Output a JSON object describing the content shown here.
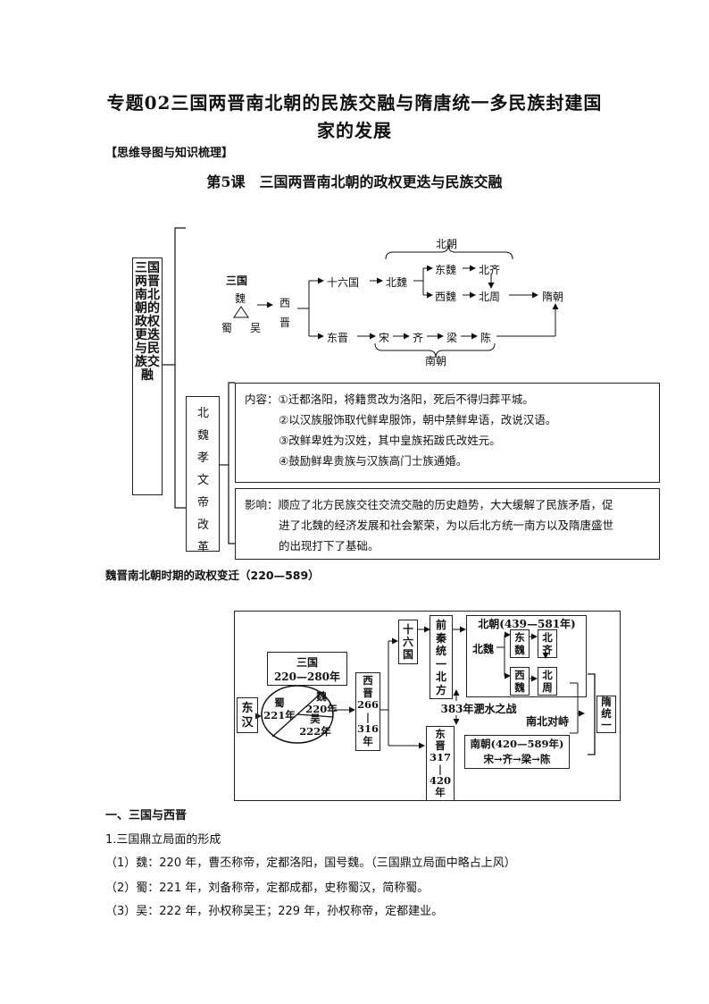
{
  "header": {
    "title_line1": "专题02三国两晋南北朝的民族交融与隋唐统一多民族封建国",
    "title_line2": "家的发展",
    "section_tag": "【思维导图与知识梳理】",
    "lesson_title": "第5课　三国两晋南北朝的政权更迭与民族交融"
  },
  "mindmap": {
    "main_label": "三国两晋南北朝的政权更迭与民族交融",
    "flow": {
      "sanguo": "三国",
      "wei": "魏",
      "shu": "蜀",
      "wu": "吴",
      "xi": "西",
      "jin": "晋",
      "shiliuguo": "十六国",
      "beiwei": "北魏",
      "dongwei": "东魏",
      "beiqi": "北齐",
      "xiwei": "西魏",
      "beizhou": "北周",
      "suichao": "隋朝",
      "dongjin": "东晋",
      "song": "宋",
      "qi": "齐",
      "liang": "梁",
      "chen": "陈",
      "beichao": "北朝",
      "nanchao": "南朝"
    },
    "reform_label": "北魏孝文帝改革",
    "content_prefix": "内容：",
    "content_items": [
      "①迁都洛阳，将籍贯改为洛阳，死后不得归葬平城。",
      "②以汉族服饰取代鲜卑服饰，朝中禁鲜卑语，改说汉语。",
      "③改鲜卑姓为汉姓，其中皇族拓跋氏改姓元。",
      "④鼓励鲜卑贵族与汉族高门士族通婚。"
    ],
    "impact_prefix": "影响：",
    "impact_lines": [
      "顺应了北方民族交往交流交融的历史趋势，大大缓解了民族矛盾，促",
      "进了北魏的经济发展和社会繁荣，为以后北方统一南方以及隋唐盛世",
      "的出现打下了基础。"
    ]
  },
  "diagram_caption": "魏晋南北朝时期的政权变迁（220—589）",
  "diagram": {
    "donghan": "东汉",
    "sanguo_box": "三国\n220—280年",
    "shu": "蜀\n221年",
    "wei": "魏\n220年",
    "wu": "吴\n222年",
    "xijin": "西\n晋\n266\n|\n316\n年",
    "shiliuguo": "十\n六\n国",
    "qianqin": "前\n秦\n统\n一\n北\n方",
    "beichao_title": "北朝(439—581年)",
    "beiwei": "北魏",
    "dongwei": "东\n魏",
    "beiqi": "北\n齐",
    "xiwei": "西\n魏",
    "beizhou": "北\n周",
    "feishui": "383年淝水之战",
    "nanbei": "南北对峙",
    "dongjin": "东\n晋\n317\n|\n420\n年",
    "nanchao_title": "南朝(420—589年)",
    "nanchao_seq": "宋→齐→梁→陈",
    "sui": "隋\n统\n一"
  },
  "section1": {
    "heading": "一、三国与西晋",
    "sub1": "1.三国鼎立局面的形成",
    "items": [
      "（1）魏：220 年，曹丕称帝，定都洛阳，国号魏。（三国鼎立局面中略占上风）",
      "（2）蜀：221 年，刘备称帝，定都成都，史称蜀汉，简称蜀。",
      "（3）吴：222 年，孙权称吴王；229 年，孙权称帝，定都建业。"
    ]
  }
}
